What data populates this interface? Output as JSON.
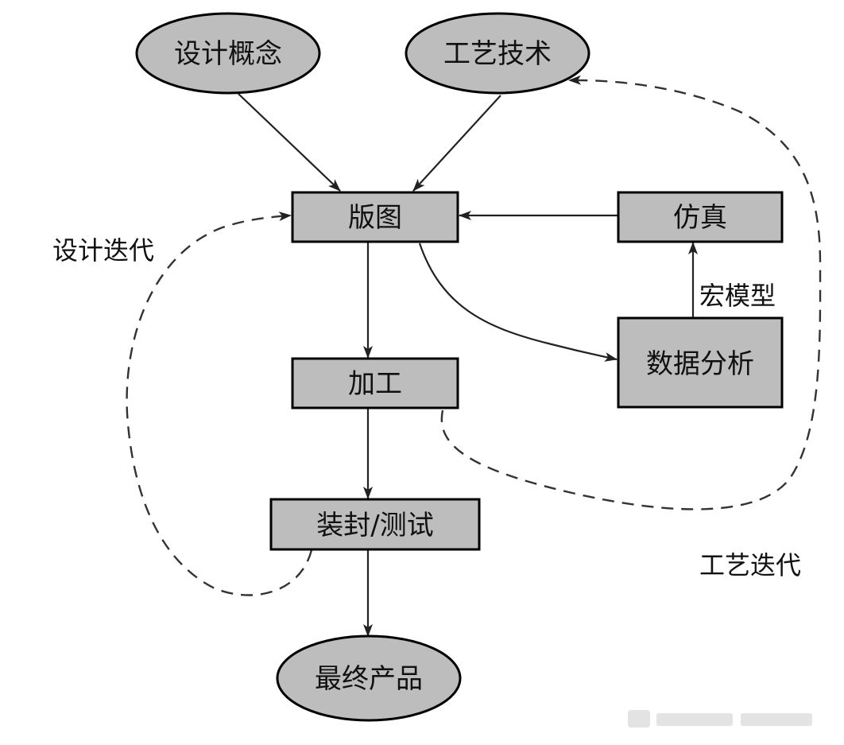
{
  "nodes": {
    "design_concept": "设计概念",
    "process_tech": "工艺技术",
    "layout": "版图",
    "simulation": "仿真",
    "fabrication": "加工",
    "data_analysis": "数据分析",
    "package_test": "装封/测试",
    "final_product": "最终产品"
  },
  "labels": {
    "design_iteration": "设计迭代",
    "macro_model": "宏模型",
    "process_iteration": "工艺迭代"
  },
  "colors": {
    "node_fill": "#bdbdbd",
    "stroke": "#000000"
  }
}
